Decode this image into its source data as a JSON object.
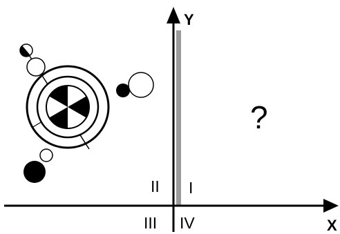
{
  "axes": {
    "x_label": "X",
    "y_label": "Y"
  },
  "quadrants": {
    "I": "I",
    "II": "II",
    "III": "III",
    "IV": "IV"
  },
  "question_mark": "?",
  "colors": {
    "ink": "#000000",
    "gray_bar": "#9a9a9a",
    "background": "#ffffff"
  }
}
